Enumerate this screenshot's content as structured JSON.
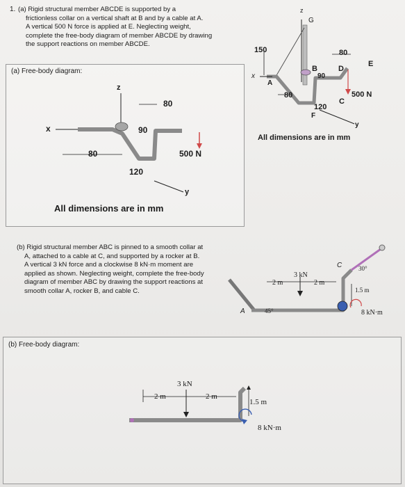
{
  "problem_number": "1.",
  "part_a": {
    "text_lines": [
      "(a) Rigid structural member ABCDE is supported by a",
      "frictionless collar on a vertical shaft at B and by a cable at A.",
      "A vertical 500 N force is applied at E. Neglecting weight,",
      "complete the free-body diagram of member ABCDE by drawing",
      "the support reactions on member ABCDE."
    ],
    "fbd_title": "(a) Free-body diagram:",
    "fbd_labels": {
      "z": "z",
      "x": "x",
      "y": "y",
      "dim_80_top": "80",
      "dim_90": "90",
      "dim_80_left": "80",
      "dim_120": "120",
      "force": "500 N",
      "caption": "All dimensions are in mm"
    },
    "figure_labels": {
      "z": "z",
      "x": "x",
      "y": "y",
      "G": "G",
      "A": "A",
      "B": "B",
      "C": "C",
      "D": "D",
      "E": "E",
      "F": "F",
      "dim_150": "150",
      "dim_80_top": "80",
      "dim_90": "90",
      "dim_80_left": "80",
      "dim_120": "120",
      "force": "500 N",
      "caption": "All dimensions are in mm"
    }
  },
  "part_b": {
    "text_lines": [
      "(b) Rigid structural member ABC is pinned to a smooth collar at",
      "A, attached to a cable at C, and supported by a rocker at B.",
      "A vertical 3 kN force and a clockwise 8 kN·m moment are",
      "applied as shown. Neglecting weight, complete the free-body",
      "diagram of member ABC by drawing the support reactions at",
      "smooth collar A, rocker B, and cable C."
    ],
    "fbd_title": "(b) Free-body diagram:",
    "figure_labels": {
      "A": "A",
      "C": "C",
      "force": "3 kN",
      "dim_2m_left": "2 m",
      "dim_2m_right": "2 m",
      "angle_45": "45°",
      "angle_30": "30°",
      "dim_1_5m": "1.5 m",
      "moment": "8 kN·m"
    },
    "fbd_labels": {
      "force": "3 kN",
      "dim_2m_left": "2 m",
      "dim_2m_right": "2 m",
      "dim_1_5m": "1.5 m",
      "moment": "8 kN·m"
    }
  },
  "colors": {
    "paper": "#efeeec",
    "ink": "#1c1c1c",
    "force_red": "#d04a4a",
    "member_gray": "#8a8a8a",
    "collar_purple": "#b070b8",
    "box_border": "#9a9a9a"
  }
}
